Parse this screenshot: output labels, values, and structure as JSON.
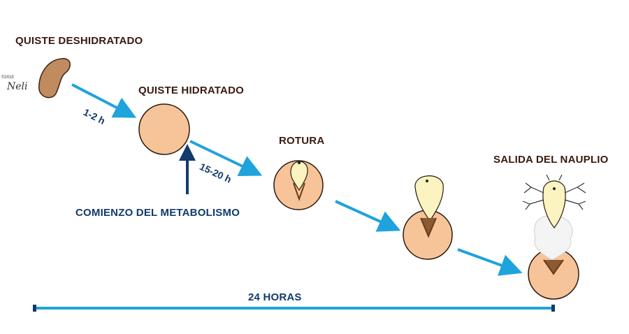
{
  "stages": {
    "dehydrated": "QUISTE DESHIDRATADO",
    "hydrated": "QUISTE HIDRATADO",
    "rupture": "ROTURA",
    "nauplius_exit": "SALIDA DEL NAUPLIO"
  },
  "times": {
    "t1": "1-2 h",
    "t2": "15-20 h"
  },
  "metabolism": "COMIENZO DEL METABOLISMO",
  "total_time": "24 HORAS",
  "credit": {
    "copyright": "©2015",
    "signature": "Neli"
  },
  "colors": {
    "arrow": "#1fa3dc",
    "navy": "#123a6b",
    "cyst": "#f6c498",
    "cyst_stroke": "#2a1a10",
    "dry_cyst": "#c08b5f",
    "larva": "#fbf3c0",
    "brown_label": "#3a1a10"
  }
}
